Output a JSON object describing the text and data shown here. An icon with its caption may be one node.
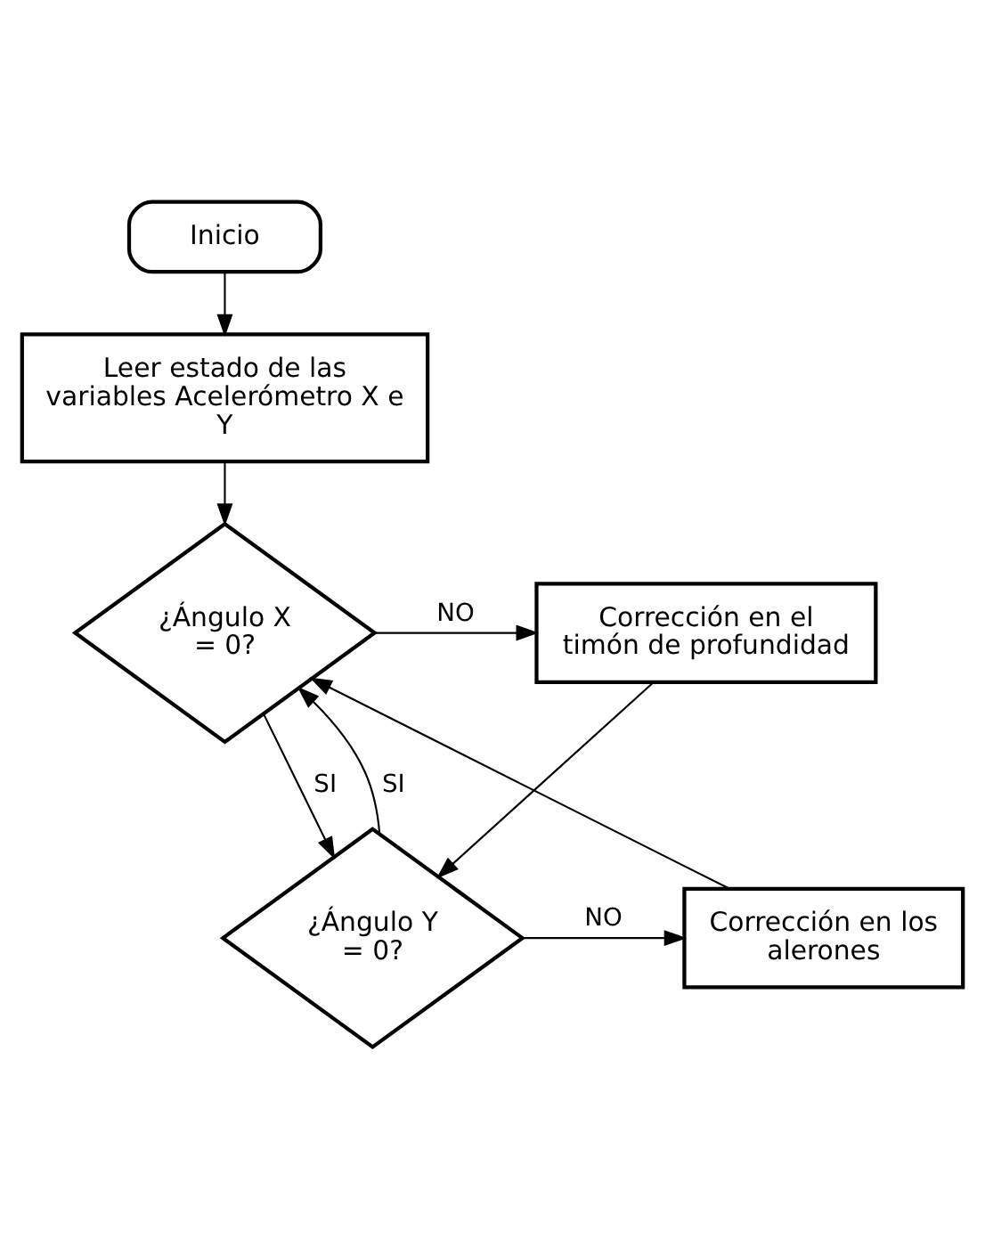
{
  "diagram": {
    "nodes": [
      {
        "text": [
          "Inicio"
        ]
      },
      {
        "text": [
          "Leer estado de las variables Acelerómetro X e Y"
        ]
      },
      {
        "text": [
          "¿Ángulo X = 0?"
        ]
      },
      {
        "text": [
          "Corrección en el timón de profundidad"
        ]
      },
      {
        "text": [
          "¿Ángulo Y = 0?"
        ]
      },
      {
        "text": [
          "Corrección en los alerones"
        ]
      }
    ],
    "edges": [
      {
        "from": 0,
        "to": 1,
        "arrow": "to"
      },
      {
        "from": 1,
        "to": 2,
        "arrow": "to"
      },
      {
        "from": 2,
        "to": 3,
        "arrow": "to",
        "label": "NO"
      },
      {
        "from": 2,
        "to": 4,
        "arrow": "to",
        "label": "SI"
      },
      {
        "from": 3,
        "to": 4,
        "arrow": "to"
      },
      {
        "from": 4,
        "to": 5,
        "arrow": "to",
        "label": "NO"
      },
      {
        "from": 4,
        "to": 2,
        "arrow": "to",
        "label": "SI"
      },
      {
        "from": 5,
        "to": 2,
        "arrow": "to"
      }
    ]
  }
}
